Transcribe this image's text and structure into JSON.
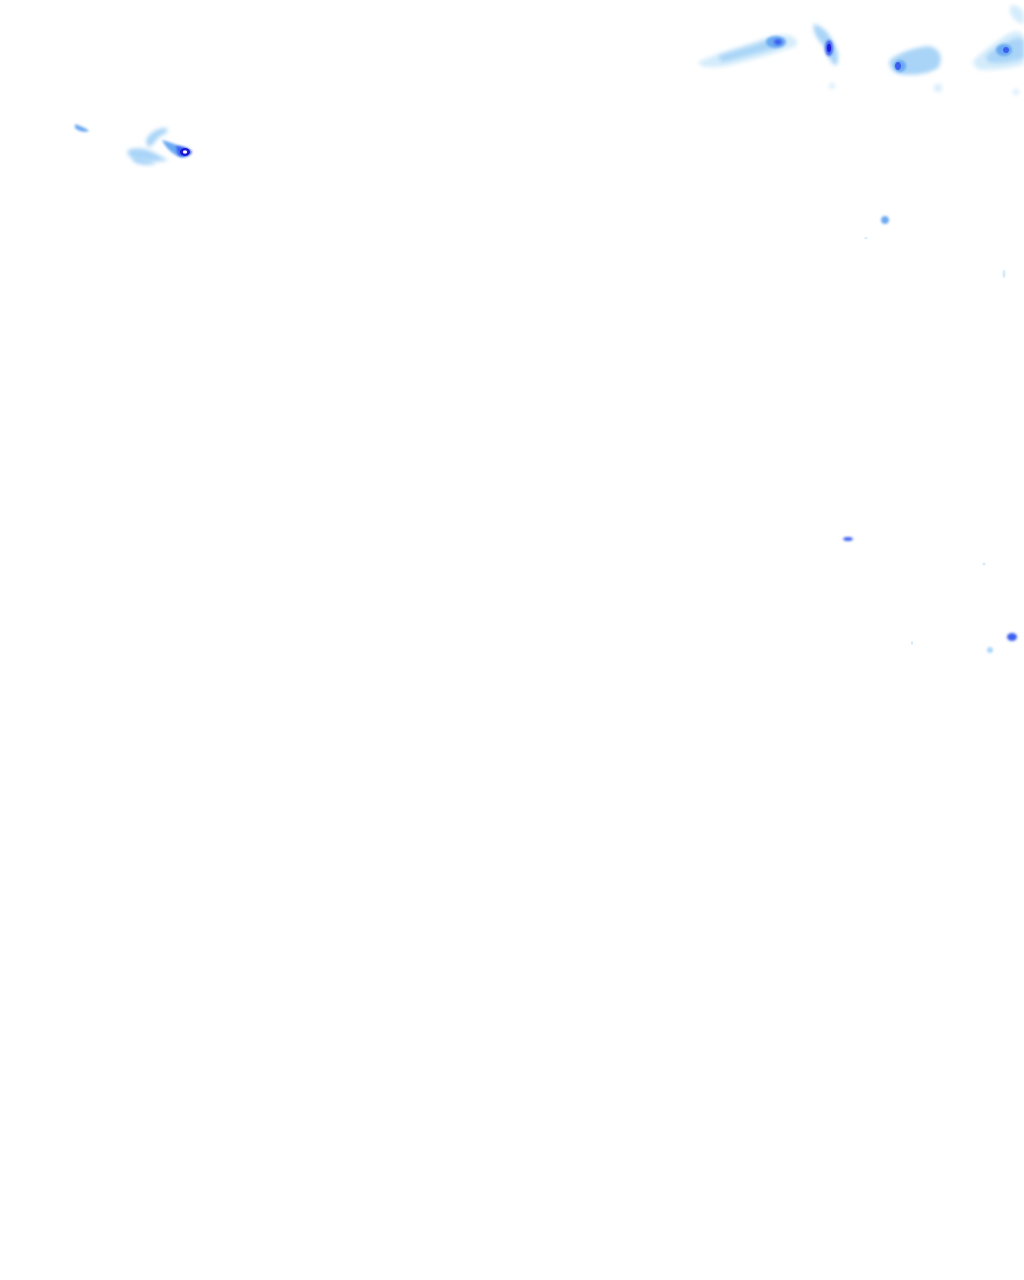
{
  "map": {
    "layer": "precipitation-radar-overlay",
    "background_color": "#ffffff",
    "intensity_palette": {
      "very_light": "#d4ecfb",
      "light": "#a9d4f7",
      "moderate": "#6aa9f2",
      "heavy": "#3b5ef0",
      "very_heavy": "#1e1ad8",
      "extreme_core": "#ffffff"
    },
    "echo_regions": [
      {
        "name": "echo-cluster-northwest",
        "intensity": "very_heavy"
      },
      {
        "name": "echo-fragment-far-west",
        "intensity": "moderate"
      },
      {
        "name": "echo-band-north-central",
        "intensity": "heavy"
      },
      {
        "name": "echo-cell-north-east-1",
        "intensity": "very_heavy"
      },
      {
        "name": "echo-cell-north-east-2",
        "intensity": "heavy"
      },
      {
        "name": "echo-band-north-east-edge",
        "intensity": "heavy"
      },
      {
        "name": "echo-speck-east-upper",
        "intensity": "moderate"
      },
      {
        "name": "echo-speck-east-middle",
        "intensity": "heavy"
      },
      {
        "name": "echo-specks-east-lower",
        "intensity": "heavy"
      }
    ]
  }
}
